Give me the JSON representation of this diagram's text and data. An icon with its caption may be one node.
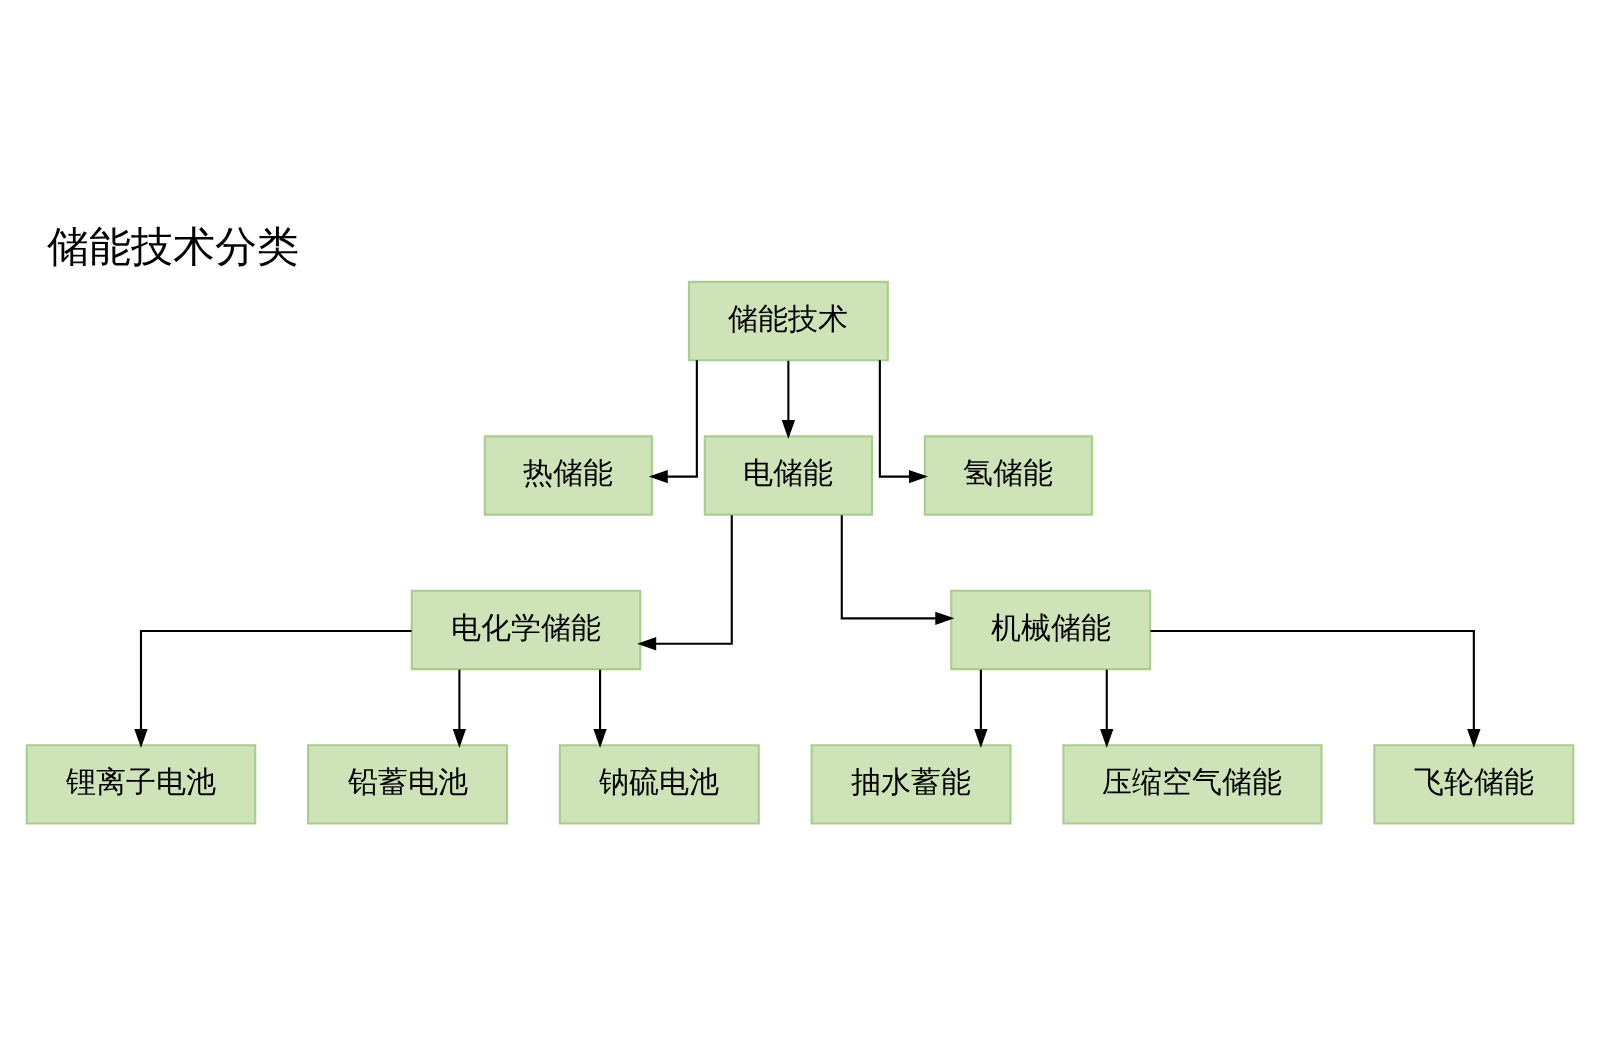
{
  "diagram": {
    "title": "储能技术分类",
    "nodes": [
      {
        "text": [
          "储能技术"
        ]
      },
      {
        "text": [
          "热储能"
        ]
      },
      {
        "text": [
          "电储能"
        ]
      },
      {
        "text": [
          "氢储能"
        ]
      },
      {
        "text": [
          "电化学储能"
        ]
      },
      {
        "text": [
          "机械储能"
        ]
      },
      {
        "text": [
          "锂离子电池"
        ]
      },
      {
        "text": [
          "铅蓄电池"
        ]
      },
      {
        "text": [
          "钠硫电池"
        ]
      },
      {
        "text": [
          "抽水蓄能"
        ]
      },
      {
        "text": [
          "压缩空气储能"
        ]
      },
      {
        "text": [
          "飞轮储能"
        ]
      }
    ],
    "edges": [
      {
        "from": 0,
        "to": 1,
        "arrow": "to"
      },
      {
        "from": 0,
        "to": 2,
        "arrow": "to"
      },
      {
        "from": 0,
        "to": 3,
        "arrow": "to"
      },
      {
        "from": 2,
        "to": 4,
        "arrow": "to"
      },
      {
        "from": 2,
        "to": 5,
        "arrow": "to"
      },
      {
        "from": 4,
        "to": 6,
        "arrow": "to"
      },
      {
        "from": 4,
        "to": 7,
        "arrow": "to"
      },
      {
        "from": 4,
        "to": 8,
        "arrow": "to"
      },
      {
        "from": 5,
        "to": 9,
        "arrow": "to"
      },
      {
        "from": 5,
        "to": 10,
        "arrow": "to"
      },
      {
        "from": 5,
        "to": 11,
        "arrow": "to"
      }
    ]
  }
}
